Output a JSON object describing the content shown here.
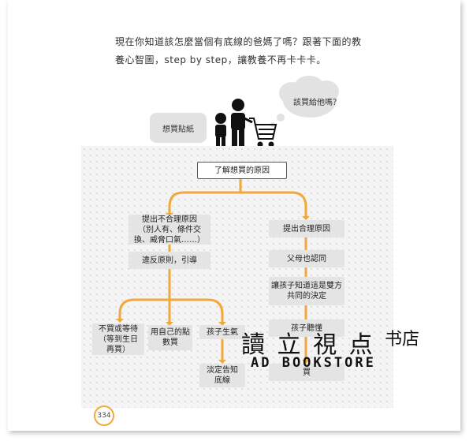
{
  "intro": {
    "line1": "現在你知道該怎麼當個有底線的爸媽了嗎？跟著下面的教",
    "line2": "養心智圖，step by step，讓教養不再卡卡卡。"
  },
  "scene": {
    "child_bubble": "想買貼紙",
    "parent_bubble": "該買給他嗎？"
  },
  "flow": {
    "top": "了解想買的原因",
    "left_reason": [
      "提出不合理原因",
      "（別人有、條件交",
      "換、威脅口氣……）"
    ],
    "left_step": "違反原則，引導",
    "right_reason": "提出合理原因",
    "right_step1": "父母也認同",
    "right_step2": [
      "讓孩子知道這是雙方",
      "共同的決定"
    ],
    "right_step3": "孩子聽懂",
    "opt1": [
      "不買或等待",
      "（等到生日",
      "再買）"
    ],
    "opt2": [
      "用自己的點",
      "數買"
    ],
    "opt3": "孩子生氣",
    "opt3_next": [
      "淡定告知",
      "底線"
    ],
    "right_end": "買"
  },
  "page_number": "334",
  "watermark": {
    "cn": "讀 立 視 点",
    "cn2": "书店",
    "en": "AD BOOKSTORE"
  },
  "colors": {
    "accent": "#f0a93a",
    "box": "#e4e4e4"
  }
}
